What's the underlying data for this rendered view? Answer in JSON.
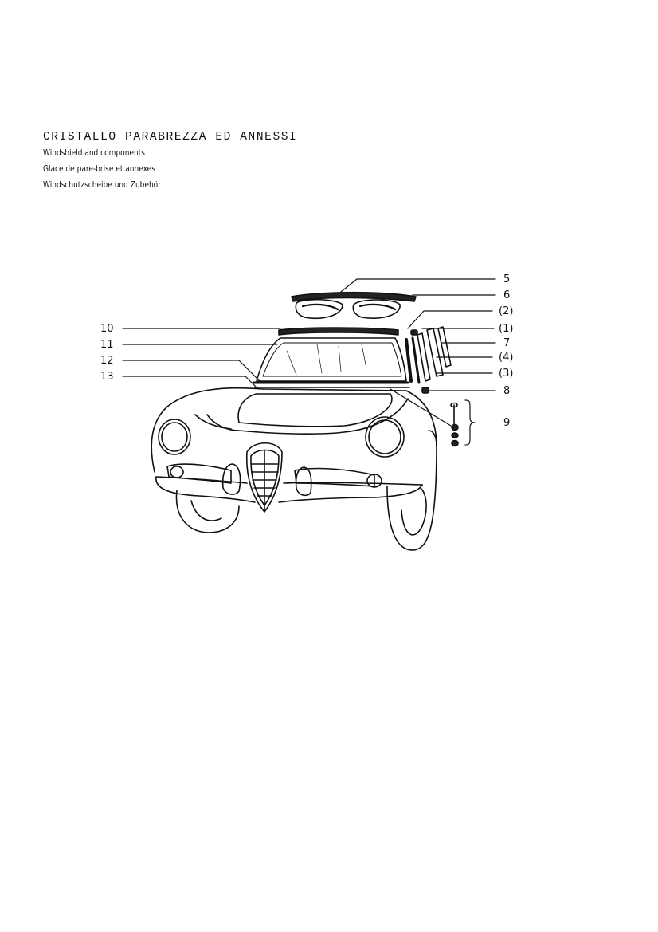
{
  "header": {
    "title_it": "CRISTALLO PARABREZZA ED ANNESSI",
    "title_en": "Windshield and components",
    "title_fr": "Glace de pare-brise et annexes",
    "title_de": "Windschutzscheibe und Zubehör"
  },
  "callouts": {
    "c5": "5",
    "c6": "6",
    "c2": "(2)",
    "c1": "(1)",
    "c7": "7",
    "c4": "(4)",
    "c3": "(3)",
    "c8": "8",
    "c9": "9",
    "c10": "10",
    "c11": "11",
    "c12": "12",
    "c13": "13"
  }
}
